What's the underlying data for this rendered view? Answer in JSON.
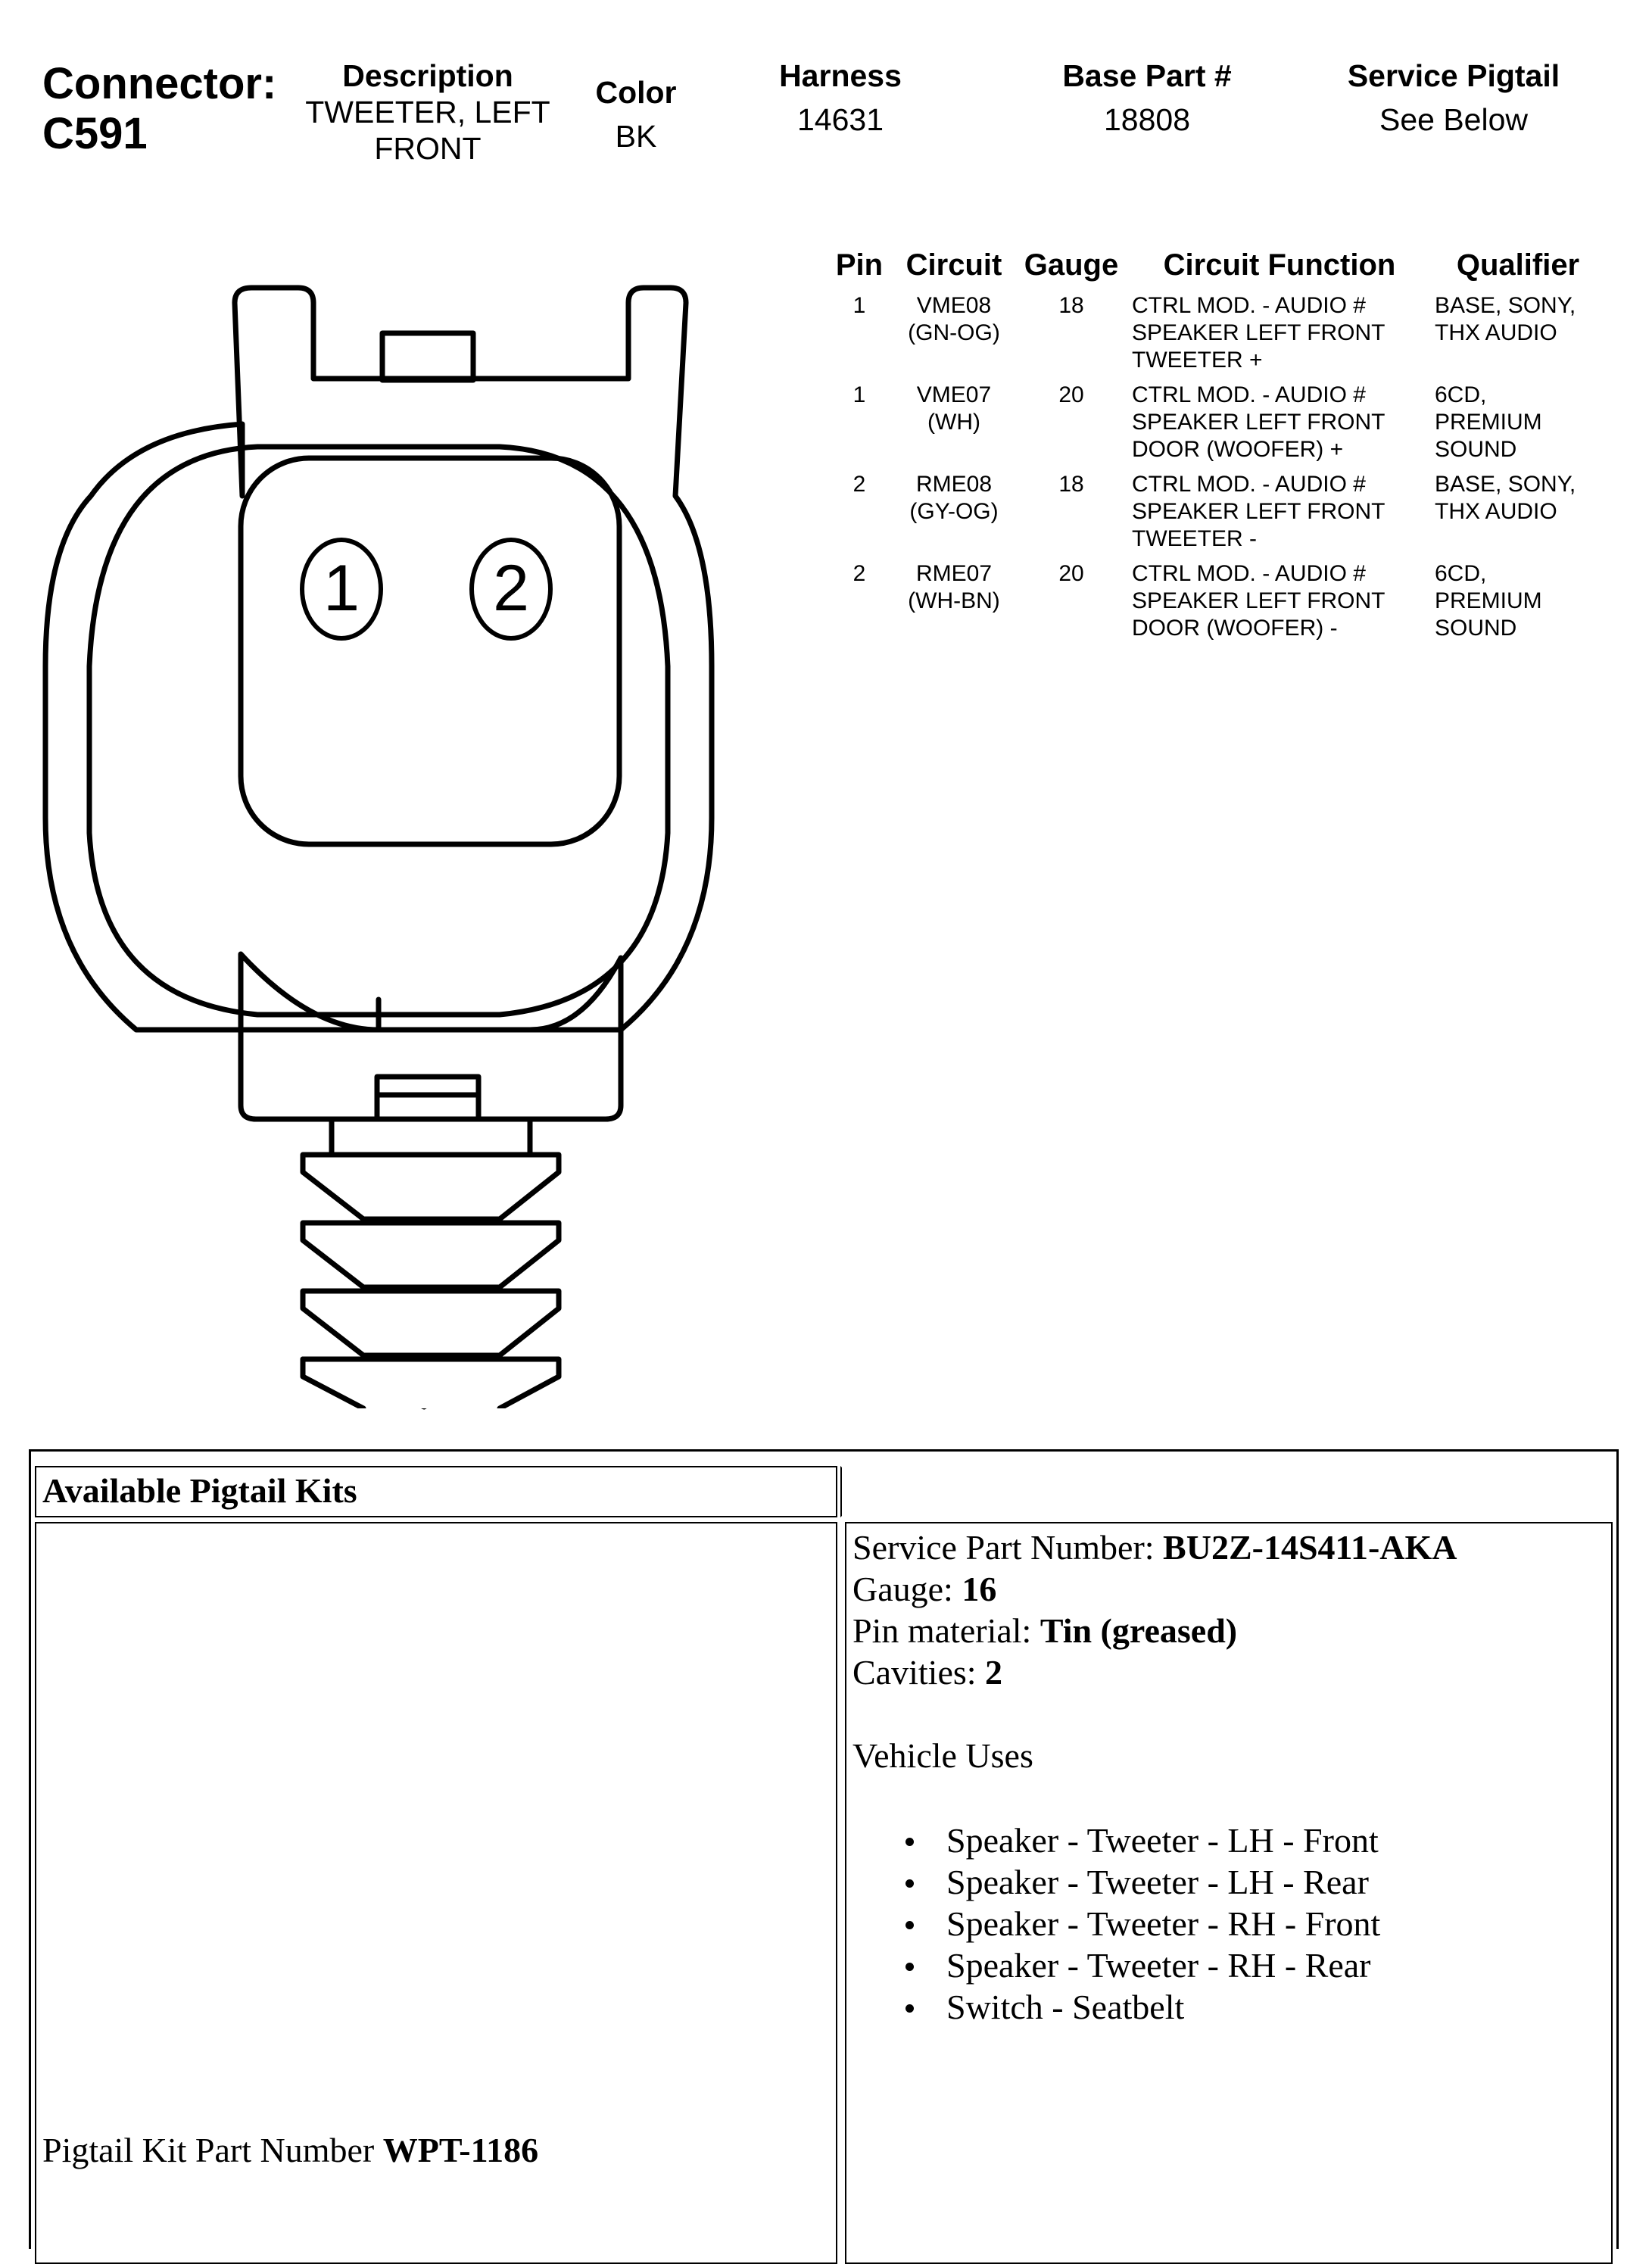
{
  "header": {
    "connector_label": "Connector:",
    "connector_id": "C591",
    "description_label": "Description",
    "description_value_line1": "TWEETER, LEFT",
    "description_value_line2": "FRONT",
    "color_label": "Color",
    "color_value": "BK",
    "harness_label": "Harness",
    "harness_value": "14631",
    "base_part_label": "Base Part #",
    "base_part_value": "18808",
    "service_pigtail_label": "Service Pigtail",
    "service_pigtail_value": "See Below"
  },
  "connector_diagram": {
    "pins": [
      "1",
      "2"
    ]
  },
  "pin_table": {
    "columns": [
      "Pin",
      "Circuit",
      "Gauge",
      "Circuit Function",
      "Qualifier"
    ],
    "rows": [
      {
        "pin": "1",
        "circuit": [
          "VME08",
          "(GN-OG)"
        ],
        "gauge": "18",
        "function": [
          "CTRL MOD. - AUDIO #",
          "SPEAKER LEFT FRONT",
          "TWEETER +"
        ],
        "qualifier": [
          "BASE, SONY,",
          "THX AUDIO"
        ]
      },
      {
        "pin": "1",
        "circuit": [
          "VME07",
          "(WH)"
        ],
        "gauge": "20",
        "function": [
          "CTRL MOD. - AUDIO #",
          "SPEAKER LEFT FRONT",
          "DOOR (WOOFER) +"
        ],
        "qualifier": [
          "6CD,",
          "PREMIUM",
          "SOUND"
        ]
      },
      {
        "pin": "2",
        "circuit": [
          "RME08",
          "(GY-OG)"
        ],
        "gauge": "18",
        "function": [
          "CTRL MOD. - AUDIO #",
          "SPEAKER LEFT FRONT",
          "TWEETER -"
        ],
        "qualifier": [
          "BASE, SONY,",
          "THX AUDIO"
        ]
      },
      {
        "pin": "2",
        "circuit": [
          "RME07",
          "(WH-BN)"
        ],
        "gauge": "20",
        "function": [
          "CTRL MOD. - AUDIO #",
          "SPEAKER LEFT FRONT",
          "DOOR (WOOFER) -"
        ],
        "qualifier": [
          "6CD,",
          "PREMIUM",
          "SOUND"
        ]
      }
    ]
  },
  "pigtail": {
    "section_title": "Available Pigtail Kits",
    "kit_part_label": "Pigtail Kit Part Number",
    "kit_part_value": "WPT-1186",
    "service_part_label": "Service Part Number:",
    "service_part_value": "BU2Z-14S411-AKA",
    "gauge_label": "Gauge:",
    "gauge_value": "16",
    "pin_material_label": "Pin material:",
    "pin_material_value": "Tin (greased)",
    "cavities_label": "Cavities:",
    "cavities_value": "2",
    "vehicle_uses_label": "Vehicle Uses",
    "vehicle_uses": [
      "Speaker - Tweeter - LH - Front",
      "Speaker - Tweeter - LH - Rear",
      "Speaker - Tweeter - RH - Front",
      "Speaker - Tweeter - RH - Rear",
      "Switch - Seatbelt"
    ]
  }
}
